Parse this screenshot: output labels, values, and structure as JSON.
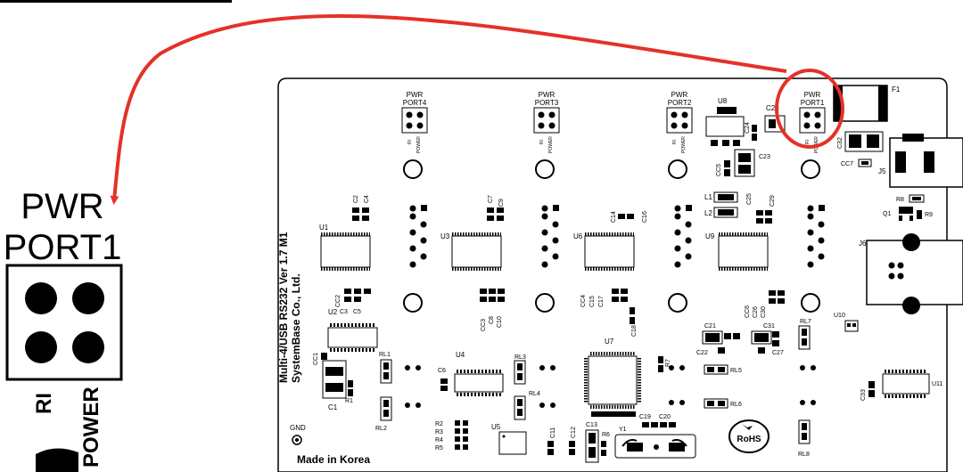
{
  "zoom": {
    "header": "PWR",
    "label": "PORT1",
    "pin_labels": [
      "RI",
      "POWER"
    ]
  },
  "board": {
    "side_text_line1": "Multi-4/USB RS232 Ver 1.7 M1",
    "side_text_line2": "SystemBase Co., Ltd.",
    "made_in": "Made in Korea",
    "gnd": "GND",
    "rohs": "RoHS",
    "ports": [
      {
        "line1": "PWR",
        "line2": "PORT4",
        "pin_ri": "RI",
        "pin_power": "POWER"
      },
      {
        "line1": "PWR",
        "line2": "PORT3",
        "pin_ri": "RI",
        "pin_power": "POWER"
      },
      {
        "line1": "PWR",
        "line2": "PORT2",
        "pin_ri": "RI",
        "pin_power": "POWER"
      },
      {
        "line1": "PWR",
        "line2": "PORT1",
        "pin_ri": "RI",
        "pin_power": "POWER"
      }
    ],
    "refs": {
      "u1": "U1",
      "u2": "U2",
      "u3": "U3",
      "u4": "U4",
      "u5": "U5",
      "u6": "U6",
      "u7": "U7",
      "u8": "U8",
      "u9": "U9",
      "u10": "U10",
      "u11": "U11",
      "c1": "C1",
      "c2": "C2",
      "c3": "C3",
      "c4": "C4",
      "c5": "C5",
      "c6": "C6",
      "c7": "C7",
      "c8": "C8",
      "c9": "C9",
      "c10": "C10",
      "c11": "C11",
      "c12": "C12",
      "c13": "C13",
      "c14": "C14",
      "c15": "C15",
      "c16": "C16",
      "c17": "C17",
      "c18": "C18",
      "c19": "C19",
      "c20": "C20",
      "c21": "C21",
      "c22": "C22",
      "c23": "C23",
      "c24": "C24",
      "c25": "C25",
      "c26": "C26",
      "c27": "C27",
      "c28": "C28",
      "c29": "C29",
      "c30": "C30",
      "c31": "C31",
      "c32": "C32",
      "c33": "C33",
      "cc1": "CC1",
      "cc2": "CC2",
      "cc3": "CC3",
      "cc4": "CC4",
      "cc5": "CC5",
      "cc6": "CC6",
      "cc7": "CC7",
      "r1": "R1",
      "r2": "R2",
      "r3": "R3",
      "r4": "R4",
      "r5": "R5",
      "r6": "R6",
      "r7": "R7",
      "r8": "R8",
      "r9": "R9",
      "rl1": "RL1",
      "rl2": "RL2",
      "rl3": "RL3",
      "rl4": "RL4",
      "rl5": "RL5",
      "rl6": "RL6",
      "rl7": "RL7",
      "rl8": "RL8",
      "l1": "L1",
      "l2": "L2",
      "q1": "Q1",
      "y1": "Y1",
      "f1": "F1",
      "j5": "J5",
      "j6": "J6"
    }
  },
  "colors": {
    "highlight": "#e53128",
    "ink": "#000000",
    "board_fill": "#ffffff"
  }
}
